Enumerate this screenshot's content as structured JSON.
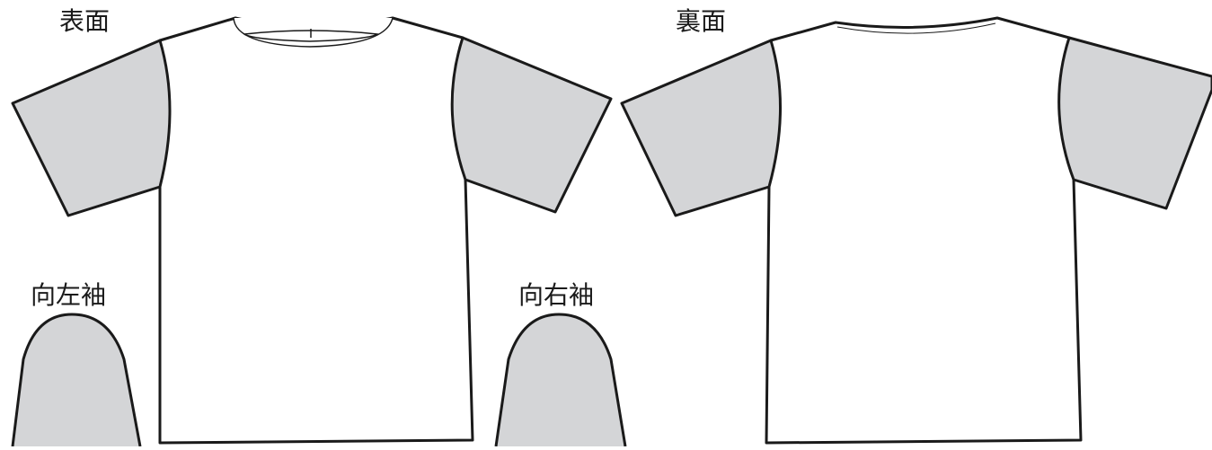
{
  "labels": {
    "front": "表面",
    "back": "裏面",
    "left_sleeve": "向左袖",
    "right_sleeve": "向右袖"
  },
  "colors": {
    "line": "#1a1a1a",
    "sleeve_fill": "#d4d5d7",
    "body_fill": "#ffffff"
  }
}
